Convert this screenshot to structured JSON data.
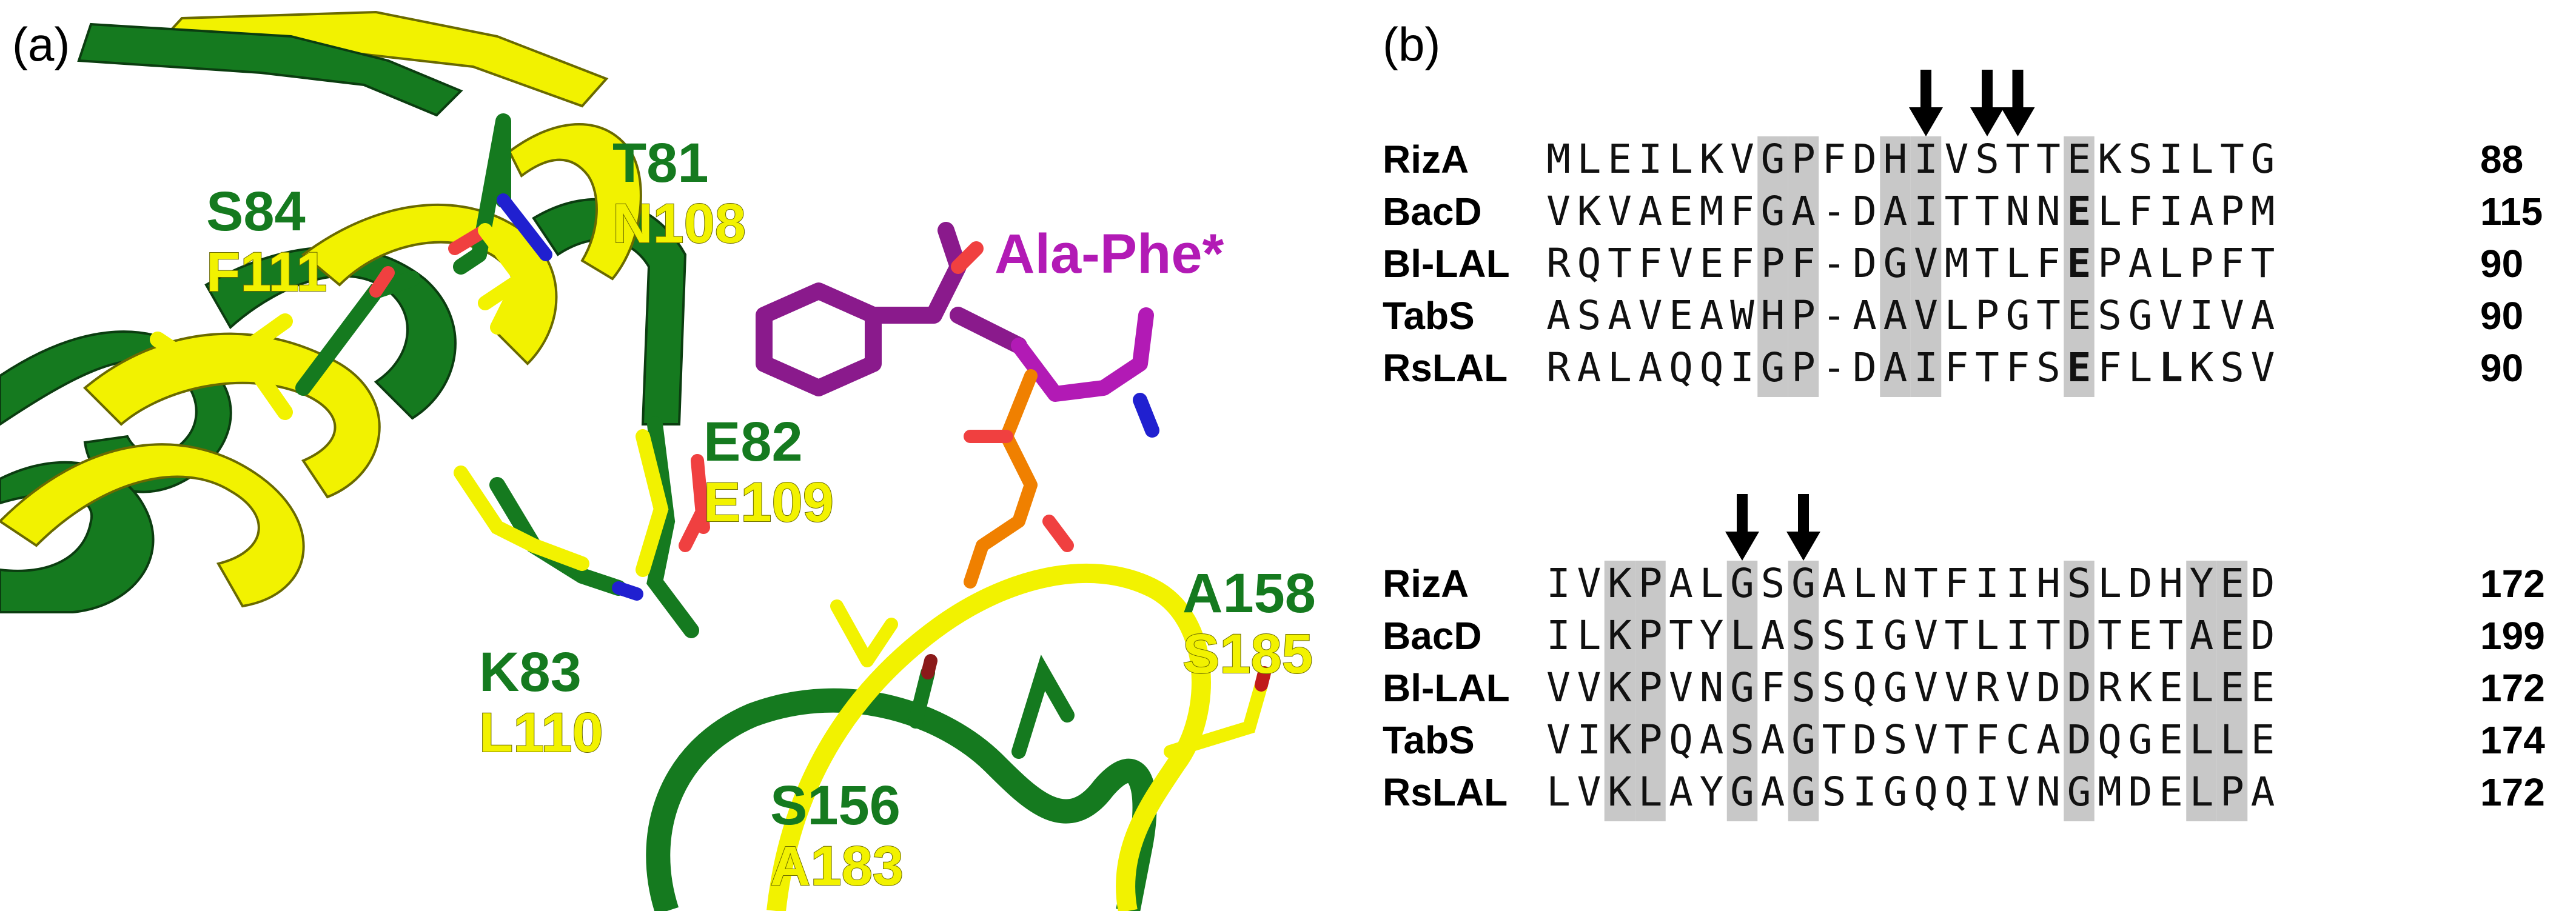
{
  "panel_a": {
    "label": "(a)",
    "residue_labels": [
      {
        "green": "T81",
        "yellow": "N108"
      },
      {
        "green": "S84",
        "yellow": "F111"
      },
      {
        "green": "E82",
        "yellow": "E109"
      },
      {
        "green": "K83",
        "yellow": "L110"
      },
      {
        "green": "A158",
        "yellow": "S185"
      },
      {
        "green": "S156",
        "yellow": "A183"
      }
    ],
    "ligand": "Ala-Phe*",
    "colors": {
      "green": "#157a1f",
      "yellow": "#f2f200",
      "ligand": "#b21ab5",
      "oxygen": "#f04040",
      "nitrogen": "#2020d0",
      "phosphorus": "#f08000"
    }
  },
  "panel_b": {
    "label": "(b)",
    "shade_color": "#c8c8c8",
    "blocks": [
      {
        "arrow_columns": [
          12,
          14,
          15
        ],
        "rows": [
          {
            "name": "RizA",
            "seq": "MLEILKVGPFDHIVSTTEKSILTG",
            "end": "88"
          },
          {
            "name": "BacD",
            "seq": "VKVAEMFGA-DAITTNNELFIAPM",
            "end": "115"
          },
          {
            "name": "Bl-LAL",
            "seq": "RQTFVEFPF-DGVMTLFEPALPFT",
            "end": "90"
          },
          {
            "name": "TabS",
            "seq": "ASAVEAWHP-AAVLPGTESGVIVA",
            "end": "90"
          },
          {
            "name": "RsLAL",
            "seq": "RALAQQIGP-DAIFTFSEFLLKSV",
            "end": "90"
          }
        ],
        "shaded_columns": [
          7,
          8,
          11,
          12,
          17
        ]
      },
      {
        "arrow_columns": [
          6,
          8
        ],
        "rows": [
          {
            "name": "RizA",
            "seq": "IVKPALGSGALNTFIIHSLDHYED",
            "end": "172"
          },
          {
            "name": "BacD",
            "seq": "ILKPTYLASSIGVTLITDTETAED",
            "end": "199"
          },
          {
            "name": "Bl-LAL",
            "seq": "VVKPVNGFSSQGVVRVDDRKELEE",
            "end": "172"
          },
          {
            "name": "TabS",
            "seq": "VIKPQASAGTDSVTFCADQGELLE",
            "end": "174"
          },
          {
            "name": "RsLAL",
            "seq": "LVKLAYGAGSIGQQIVNGMDELPA",
            "end": "172"
          }
        ],
        "shaded_columns": [
          2,
          3,
          6,
          8,
          17,
          21,
          22
        ]
      }
    ]
  }
}
